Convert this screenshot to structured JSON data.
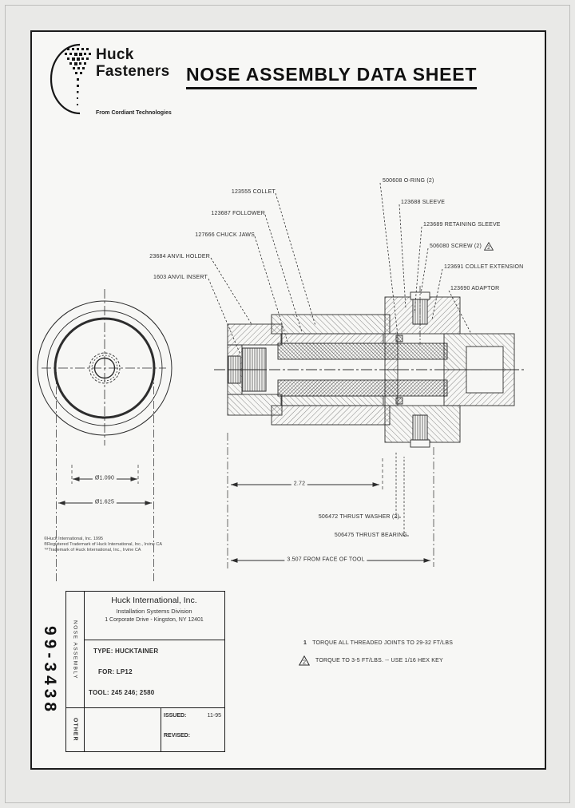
{
  "header": {
    "logo_name_line1": "Huck",
    "logo_name_line2": "Fasteners",
    "logo_tagline": "From Cordiant Technologies",
    "title": "NOSE ASSEMBLY DATA SHEET"
  },
  "callouts": {
    "left": [
      "123555 COLLET",
      "123687 FOLLOWER",
      "127666 CHUCK JAWS",
      "23684 ANVIL HOLDER",
      "1603 ANVIL INSERT"
    ],
    "right": [
      "500608 O-RING (2)",
      "123688 SLEEVE",
      "123689 RETAINING SLEEVE",
      "506080 SCREW (2)",
      "123691 COLLET EXTENSION",
      "123690 ADAPTOR"
    ],
    "screw_note_marker": "2",
    "bottom": [
      "506472 THRUST WASHER (2)",
      "506475 THRUST BEARING"
    ]
  },
  "dimensions": {
    "front_inner_dia": "Ø1.090",
    "front_outer_dia": "Ø1.625",
    "nose_length": "2.72",
    "overall": "3.507 FROM FACE OF TOOL"
  },
  "notes": [
    {
      "marker": "1",
      "text": "TORQUE ALL THREADED JOINTS TO 29-32 FT/LBS"
    },
    {
      "marker": "2",
      "text": "TORQUE TO 3-5 FT/LBS. -- USE 1/16 HEX KEY"
    }
  ],
  "footnotes": [
    "©Huck International, Inc. 1995",
    "®Registered Trademark of Huck International, Inc., Irvine CA",
    "™Trademark of Huck International, Inc., Irvine CA"
  ],
  "title_block": {
    "part_number": "99-3438",
    "category_top": "NOSE ASSEMBLY",
    "category_bottom": "OTHER",
    "company": "Huck International, Inc.",
    "division": "Installation Systems Division",
    "address": "1 Corporate Drive - Kingston, NY  12401",
    "type_label": "TYPE:",
    "type_value": "HUCKTAINER",
    "for_label": "FOR:",
    "for_value": "LP12",
    "tool_label": "TOOL:",
    "tool_value": "245 246; 2580",
    "issued_label": "ISSUED:",
    "issued_value": "11-95",
    "revised_label": "REVISED:",
    "revised_value": ""
  }
}
